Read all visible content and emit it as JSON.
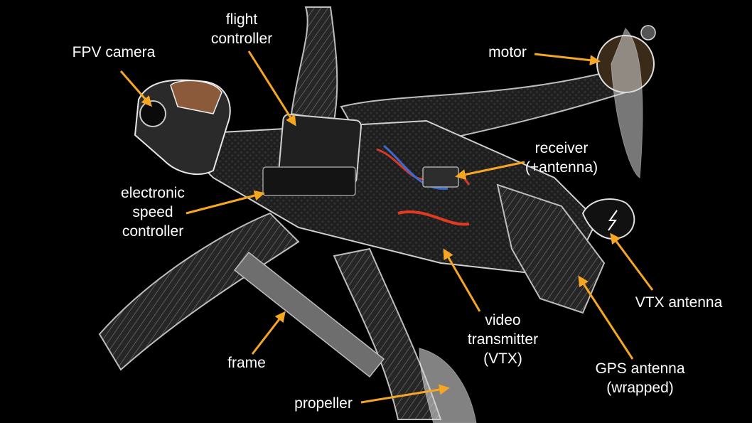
{
  "colors": {
    "background": "#000000",
    "label_text": "#ffffff",
    "arrow": "#f5a623"
  },
  "labels": {
    "flight_controller": [
      "flight",
      "controller"
    ],
    "fpv_camera": [
      "FPV camera"
    ],
    "motor": [
      "motor"
    ],
    "receiver": [
      "receiver",
      "(+antenna)"
    ],
    "esc": [
      "electronic",
      "speed",
      "controller"
    ],
    "vtx_antenna": [
      "VTX antenna"
    ],
    "video_transmitter": [
      "video",
      "transmitter",
      "(VTX)"
    ],
    "gps_antenna": [
      "GPS antenna",
      "(wrapped)"
    ],
    "frame": [
      "frame"
    ],
    "propeller": [
      "propeller"
    ]
  }
}
